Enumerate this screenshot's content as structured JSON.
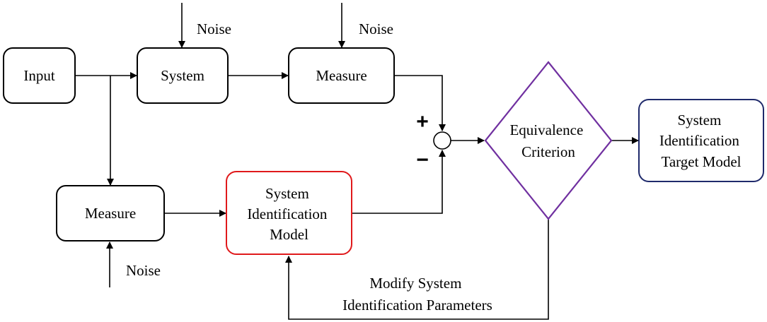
{
  "blocks": {
    "input": "Input",
    "system": "System",
    "measure_top": "Measure",
    "measure_bottom": "Measure",
    "model": [
      "System",
      "Identification",
      "Model"
    ],
    "criterion": [
      "Equivalence",
      "Criterion"
    ],
    "target": [
      "System",
      "Identification",
      "Target Model"
    ]
  },
  "noise": {
    "system": "Noise",
    "measure_top": "Noise",
    "measure_bottom": "Noise"
  },
  "summing_junction": {
    "plus": "+",
    "minus": "−"
  },
  "feedback": [
    "Modify System",
    "Identification Parameters"
  ],
  "colors": {
    "default_border": "#000000",
    "model_border": "#e0191b",
    "criterion_border": "#7030a0",
    "target_border": "#1f2a6b"
  }
}
